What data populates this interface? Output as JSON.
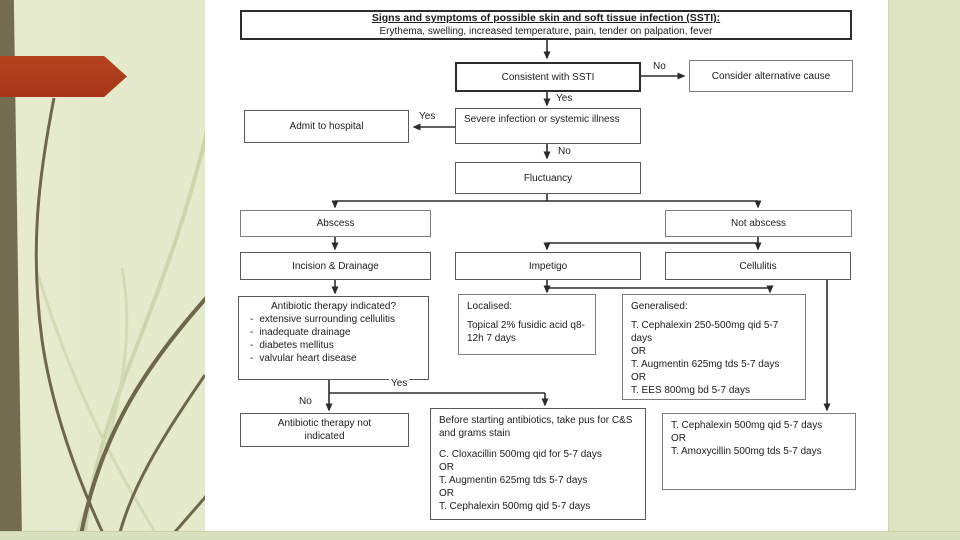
{
  "slide": {
    "background": "#e4e8cb",
    "accent_bar_color": "#746c50",
    "accent_arrow_color": "#b0401d"
  },
  "labels": {
    "yes": "Yes",
    "no": "No"
  },
  "flowchart": {
    "title_box": {
      "title": "Signs and symptoms of possible skin and soft tissue infection (SSTI):",
      "subtitle": "Erythema, swelling, increased temperature, pain, tender on palpation, fever"
    },
    "nodes": {
      "consistent": "Consistent with SSTI",
      "alternative": "Consider alternative cause",
      "admit": "Admit to hospital",
      "severe": "Severe infection or systemic illness",
      "fluctuancy": "Fluctuancy",
      "abscess": "Abscess",
      "not_abscess": "Not abscess",
      "incision": "Incision & Drainage",
      "impetigo": "Impetigo",
      "cellulitis": "Cellulitis",
      "abx_indicated": {
        "title": "Antibiotic therapy indicated?",
        "items": [
          "extensive surrounding cellulitis",
          "inadequate drainage",
          "diabetes mellitus",
          "valvular heart disease"
        ]
      },
      "localised": {
        "title": "Localised:",
        "line": "Topical 2% fusidic acid q8-12h 7 days"
      },
      "generalised": {
        "title": "Generalised:",
        "lines": [
          "T. Cephalexin 250-500mg qid 5-7 days",
          "OR",
          "T. Augmentin 625mg tds 5-7 days",
          "OR",
          "T. EES 800mg bd 5-7 days"
        ]
      },
      "abx_not_indicated": "Antibiotic therapy not indicated",
      "before_antibiotics": {
        "note": "Before starting antibiotics, take pus for C&S and grams stain",
        "lines": [
          "C. Cloxacillin 500mg qid for 5-7 days",
          "OR",
          "T. Augmentin 625mg tds 5-7 days",
          "OR",
          "T. Cephalexin 500mg qid 5-7 days"
        ]
      },
      "cellulitis_rx": {
        "lines": [
          "T. Cephalexin 500mg qid 5-7 days",
          "OR",
          "T. Amoxycillin 500mg tds 5-7 days"
        ]
      }
    }
  }
}
